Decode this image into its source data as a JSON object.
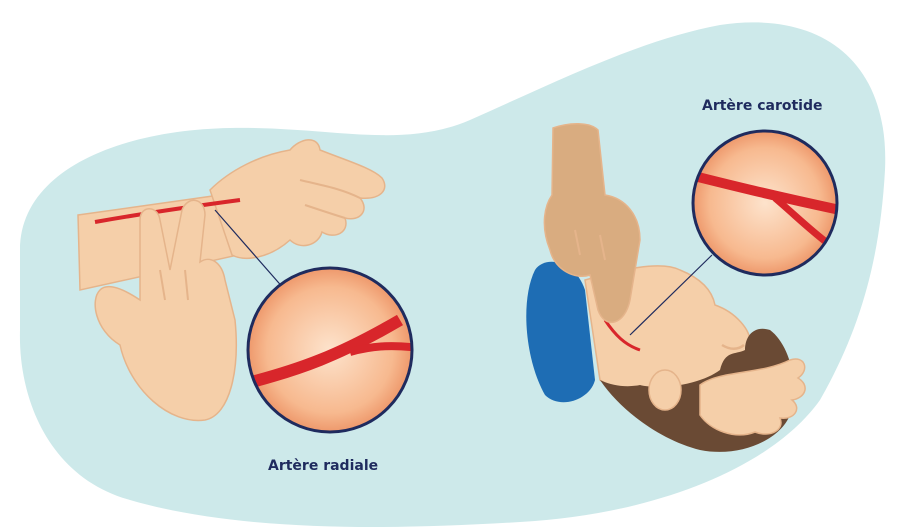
{
  "labels": {
    "radial_artery": "Artère radiale",
    "carotid_artery": "Artère carotide"
  },
  "colors": {
    "background_blob": "#cde9ea",
    "skin": "#f5cfa9",
    "skin_shadow": "#e5b48b",
    "skin_dark_hand": "#d9ac80",
    "artery": "#d8262b",
    "lens_bg": "#f7b98f",
    "lens_border": "#1f2b5e",
    "label_text": "#1f2b5e",
    "hair": "#6a4a34",
    "collar": "#1e6db4",
    "page_bg": "#ffffff"
  },
  "icons": {
    "illustration": "pulse-check-illustration",
    "magnifier": "artery-magnifier-icon"
  }
}
